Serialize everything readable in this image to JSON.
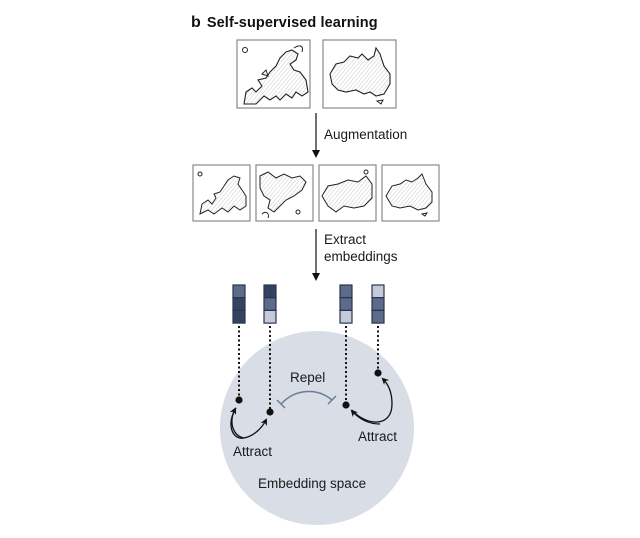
{
  "figure": {
    "panel_letter": "b",
    "title": "Self-supervised learning",
    "steps": [
      {
        "label": "Augmentation"
      },
      {
        "label_line1": "Extract",
        "label_line2": "embeddings"
      }
    ],
    "original_images": [
      {
        "name": "europe-map",
        "caption": ""
      },
      {
        "name": "australia-map",
        "caption": ""
      }
    ],
    "augmented_images": [
      {
        "name": "europe-map-crop"
      },
      {
        "name": "europe-map-rotated"
      },
      {
        "name": "australia-map-distorted"
      },
      {
        "name": "australia-map-crop"
      }
    ],
    "embeddings": [
      {
        "cells": [
          "medium",
          "dark",
          "dark"
        ]
      },
      {
        "cells": [
          "dark",
          "medium",
          "light"
        ]
      },
      {
        "cells": [
          "medium",
          "medium",
          "light"
        ]
      },
      {
        "cells": [
          "light",
          "medium",
          "medium"
        ]
      }
    ],
    "embedding_space": {
      "label": "Embedding space",
      "repel_label": "Repel",
      "attract_left_label": "Attract",
      "attract_right_label": "Attract"
    },
    "colors": {
      "dark": "#33425f",
      "medium": "#5c6b8a",
      "light": "#c4cad9",
      "space_fill": "#d9dde6",
      "repel": "#6b7d96",
      "ink": "#111111"
    }
  }
}
